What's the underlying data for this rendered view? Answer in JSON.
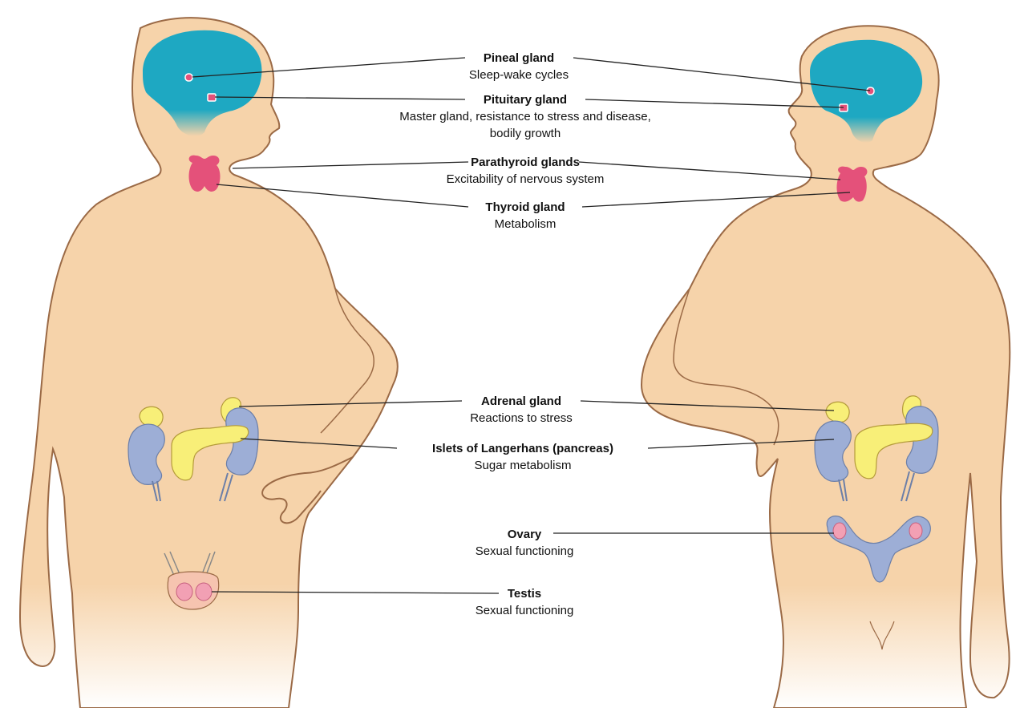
{
  "colors": {
    "skin": "#f6d3aa",
    "skin_outline": "#9b6a46",
    "brain": "#1ea8c2",
    "gland_pink": "#e4517a",
    "gland_yellow": "#f8ef78",
    "kidney": "#9daed6",
    "leader_line": "#222222"
  },
  "labels": {
    "pineal": {
      "name": "Pineal gland",
      "function": "Sleep-wake cycles"
    },
    "pituitary": {
      "name": "Pituitary gland",
      "function_line1": "Master gland, resistance to stress and disease,",
      "function_line2": "bodily growth"
    },
    "parathyroid": {
      "name": "Parathyroid glands",
      "function": "Excitability of nervous system"
    },
    "thyroid": {
      "name": "Thyroid gland",
      "function": "Metabolism"
    },
    "adrenal": {
      "name": "Adrenal gland",
      "function": "Reactions to stress"
    },
    "islets": {
      "name": "Islets of Langerhans (pancreas)",
      "function": "Sugar metabolism"
    },
    "ovary": {
      "name": "Ovary",
      "function": "Sexual functioning"
    },
    "testis": {
      "name": "Testis",
      "function": "Sexual functioning"
    }
  }
}
